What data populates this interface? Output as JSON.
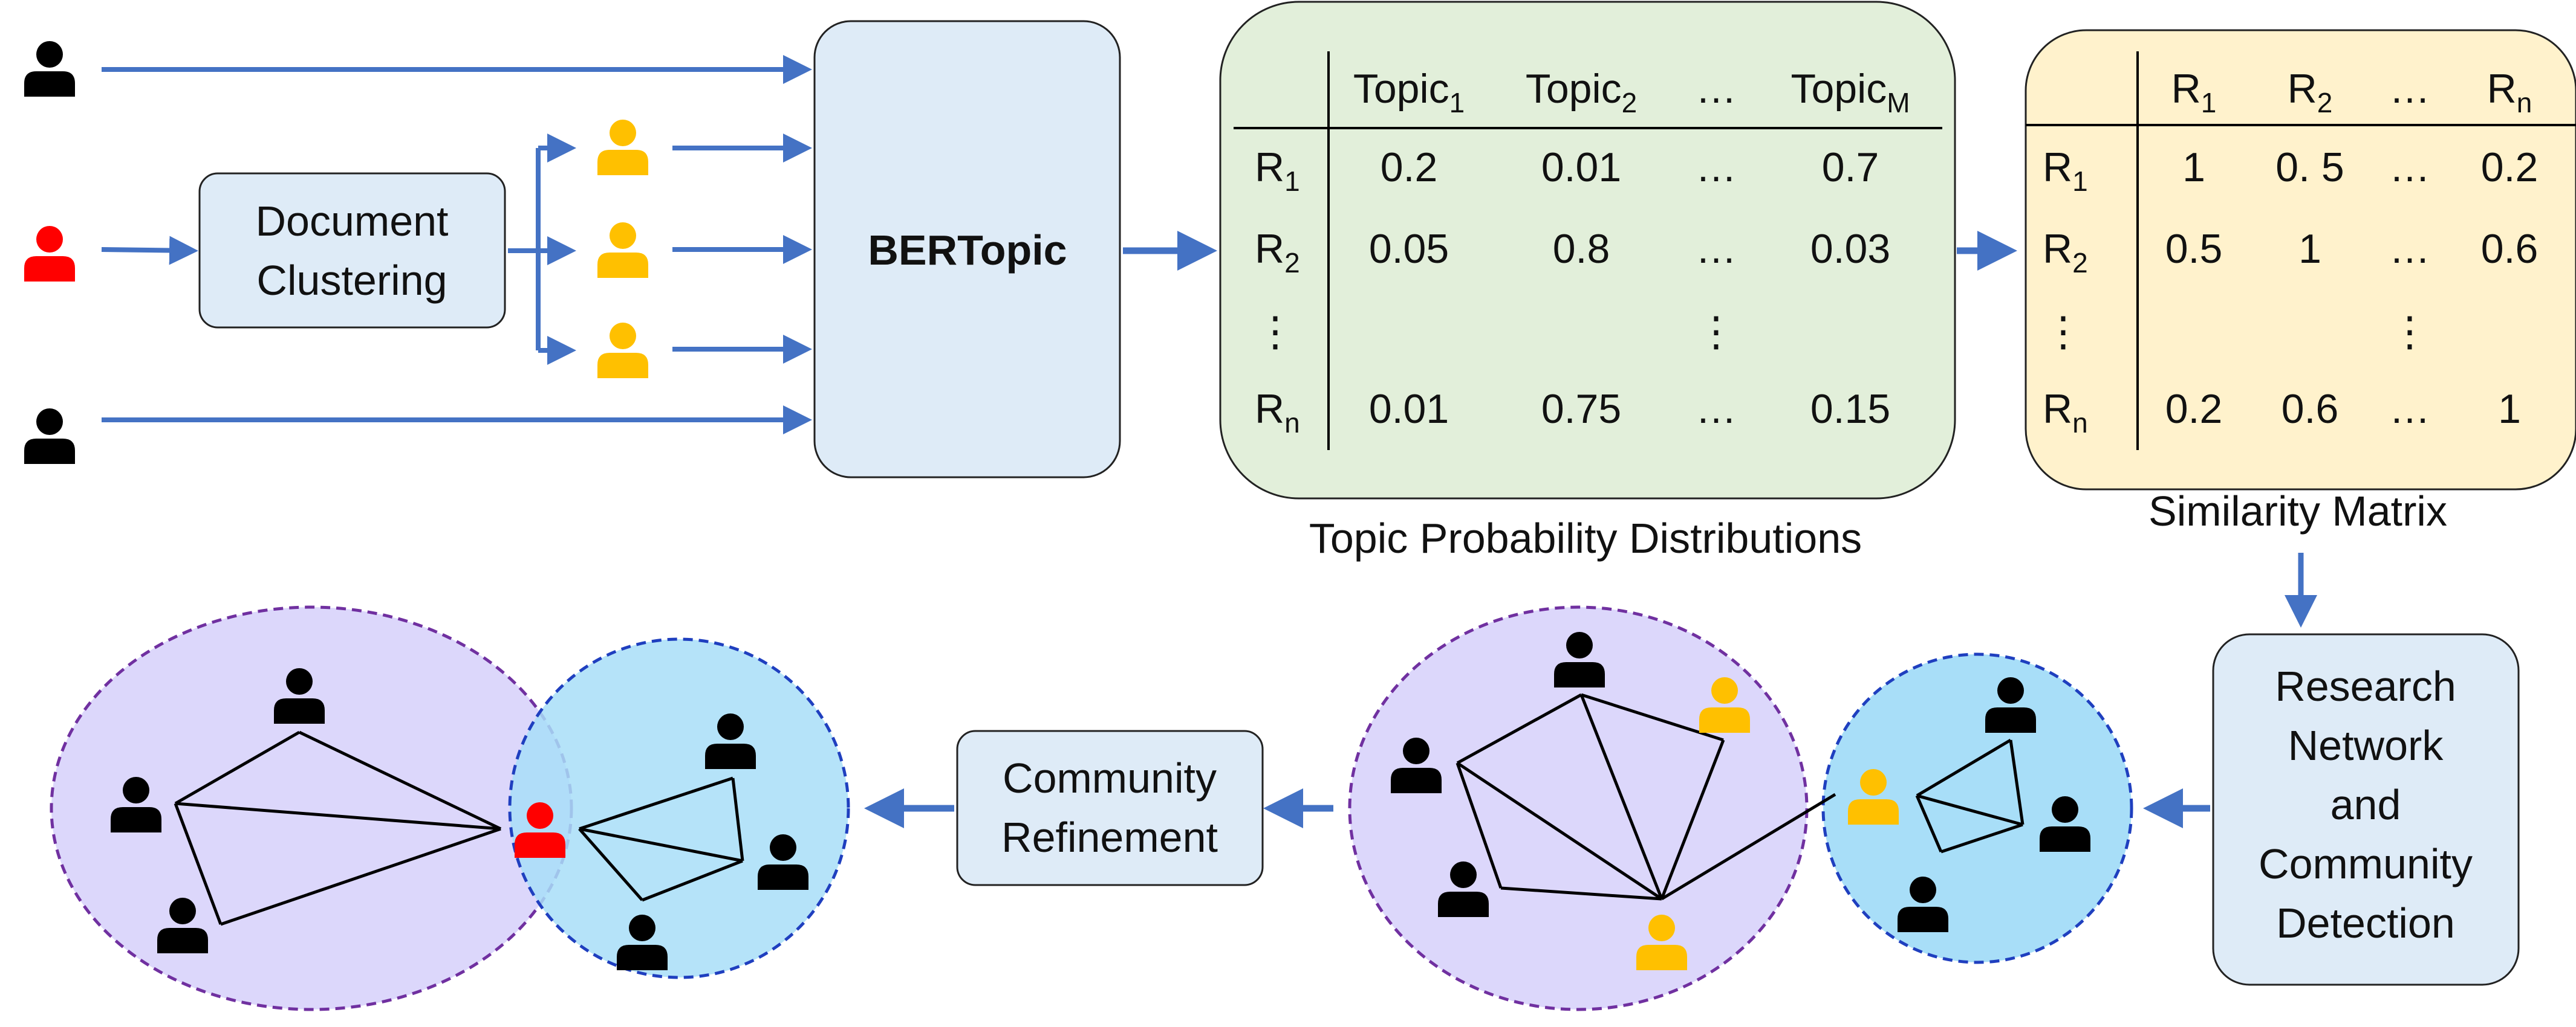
{
  "inputs": {
    "clustering_label": [
      "Document",
      "Clustering"
    ],
    "model_label": "BERTopic"
  },
  "topic_table": {
    "caption": "Topic Probability Distributions",
    "col_headers": [
      {
        "base": "Topic",
        "sub": "1"
      },
      {
        "base": "Topic",
        "sub": "2"
      },
      {
        "base": "…",
        "sub": ""
      },
      {
        "base": "Topic",
        "sub": "M"
      }
    ],
    "rows": [
      {
        "base": "R",
        "sub": "1",
        "cells": [
          "0.2",
          "0.01",
          "…",
          "0.7"
        ]
      },
      {
        "base": "R",
        "sub": "2",
        "cells": [
          "0.05",
          "0.8",
          "…",
          "0.03"
        ]
      },
      {
        "base": "⋮",
        "sub": "",
        "cells": [
          "",
          "",
          "⋮",
          ""
        ]
      },
      {
        "base": "R",
        "sub": "n",
        "cells": [
          "0.01",
          "0.75",
          "…",
          "0.15"
        ]
      }
    ]
  },
  "similarity_table": {
    "caption": "Similarity Matrix",
    "col_headers": [
      {
        "base": "R",
        "sub": "1"
      },
      {
        "base": "R",
        "sub": "2"
      },
      {
        "base": "…",
        "sub": ""
      },
      {
        "base": "R",
        "sub": "n"
      }
    ],
    "rows": [
      {
        "base": "R",
        "sub": "1",
        "cells": [
          "1",
          "0. 5",
          "…",
          "0.2"
        ]
      },
      {
        "base": "R",
        "sub": "2",
        "cells": [
          "0.5",
          "1",
          "…",
          "0.6"
        ]
      },
      {
        "base": "⋮",
        "sub": "",
        "cells": [
          "",
          "",
          "⋮",
          ""
        ]
      },
      {
        "base": "R",
        "sub": "n",
        "cells": [
          "0.2",
          "0.6",
          "…",
          "1"
        ]
      }
    ]
  },
  "detection_label": [
    "Research",
    "Network",
    "and",
    "Community",
    "Detection"
  ],
  "refinement_label": [
    "Community",
    "Refinement"
  ],
  "colors": {
    "arrow": "#4472c4",
    "box_blue": "#deebf7",
    "box_green": "#e2efda",
    "box_yellow": "#fff2cc",
    "community_purple": "#dcd7fb",
    "community_cyan": "#a8def8",
    "author_black": "#000000",
    "author_red": "#ff0000",
    "author_yellow": "#ffc000"
  }
}
